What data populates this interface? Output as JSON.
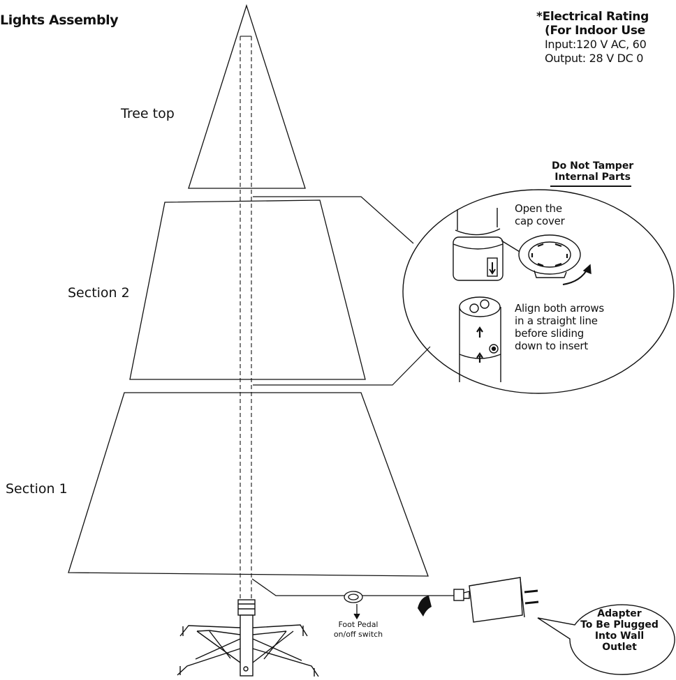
{
  "title": "Lights Assembly",
  "sections": {
    "tree_top": "Tree top",
    "section2": "Section 2",
    "section1": "Section 1"
  },
  "rating": {
    "line1": "*Electrical Rating",
    "line2": "(For Indoor Use",
    "line3": "Input:120 V AC, 60",
    "line4": "Output: 28 V DC 0"
  },
  "warning": {
    "line1": "Do Not Tamper",
    "line2": "Internal Parts"
  },
  "detail": {
    "cap_line1": "Open the",
    "cap_line2": "cap cover",
    "align_line1": "Align both arrows",
    "align_line2": "in a straight line",
    "align_line3": "before sliding",
    "align_line4": "down to insert"
  },
  "pedal": {
    "line1": "Foot Pedal",
    "line2": "on/off switch"
  },
  "adapter": {
    "line1": "Adapter",
    "line2": "To Be Plugged",
    "line3": "Into Wall",
    "line4": "Outlet"
  }
}
